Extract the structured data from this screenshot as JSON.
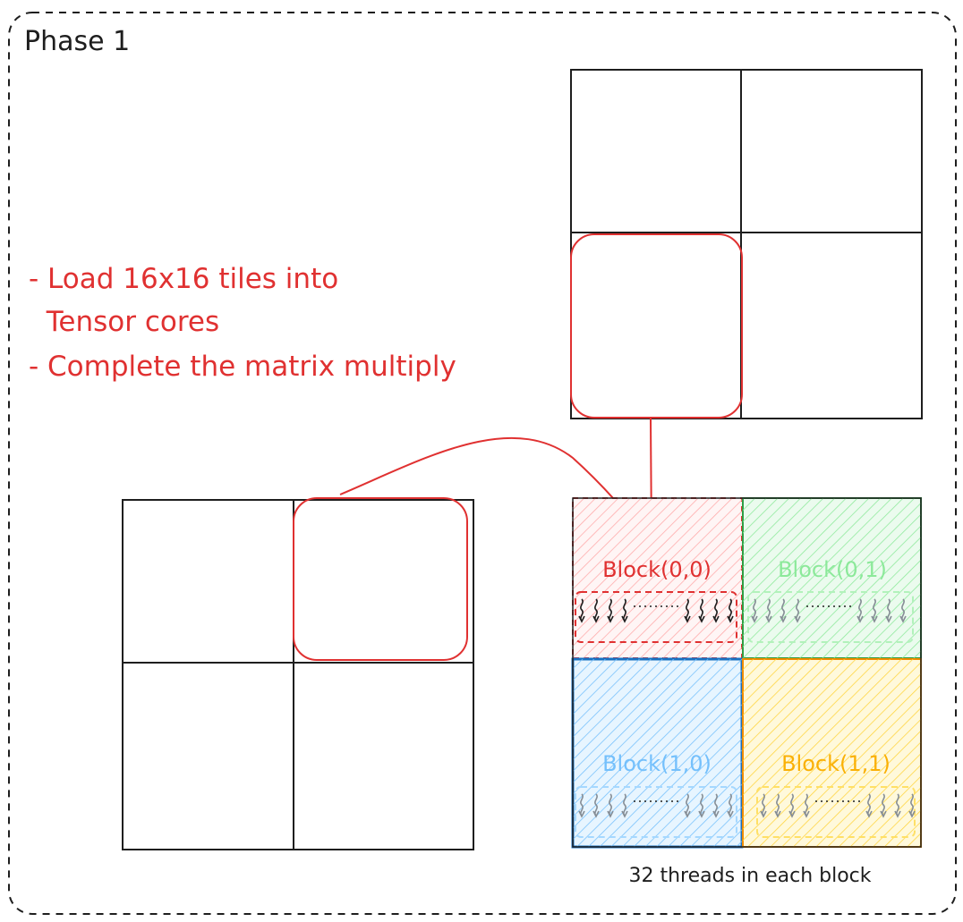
{
  "title": "Phase 1",
  "notes": [
    "- Load 16x16 tiles into",
    "  Tensor cores",
    "- Complete the matrix multiply"
  ],
  "blocks": [
    {
      "label": "Block(0,0)",
      "color": "#e03131",
      "fill": "#ffc9c9"
    },
    {
      "label": "Block(0,1)",
      "color": "#69db7c",
      "fill": "#b2f2bb"
    },
    {
      "label": "Block(1,0)",
      "color": "#74c0fc",
      "fill": "#a5d8ff"
    },
    {
      "label": "Block(1,1)",
      "color": "#fab005",
      "fill": "#ffec99"
    }
  ],
  "caption": "32 threads in each block",
  "colors": {
    "highlight": "#e03131",
    "stroke": "#1e1e1e",
    "block10_border": "#1971c2",
    "block11_border": "#f08c00",
    "block01_border": "#2f9e44"
  }
}
